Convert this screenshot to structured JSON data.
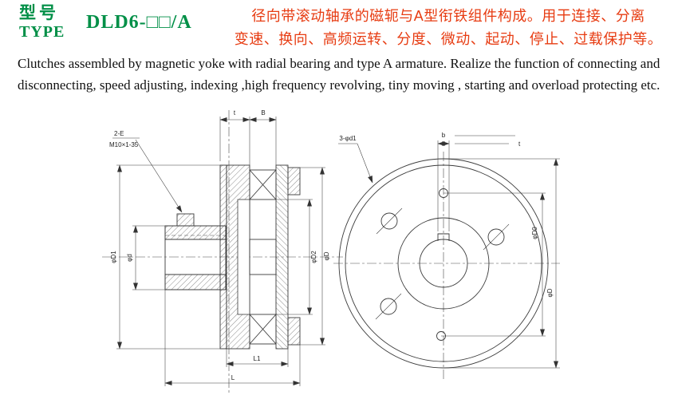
{
  "header": {
    "type_label_cn": "型号",
    "type_label_en": "TYPE",
    "model": "DLD6-□□/A",
    "desc_cn_line1": "径向带滚动轴承的磁轭与A型衔铁组件构成。用于连接、分离",
    "desc_cn_line2": "变速、换向、高频运转、分度、微动、起动、停止、过载保护等。",
    "colors": {
      "green": "#008f47",
      "red": "#e73c12"
    }
  },
  "description_en": {
    "line1": "Clutches assembled by magnetic yoke with radial bearing and type A armature. Realize the function of connecting and",
    "line2": "disconnecting, speed adjusting, indexing ,high frequency revolving, tiny moving , starting and overload protecting etc."
  },
  "drawings": {
    "section_view": {
      "callout_line1": "2-E",
      "callout_line2": "M10×1-35",
      "dim_top_left": "t",
      "dim_top_right": "B",
      "dim_left_outer": "φD1",
      "dim_left_hub": "φd",
      "dim_right_inner": "φD2",
      "dim_right_outer": "φD",
      "dim_bottom_len1": "L1",
      "dim_bottom_len2": "L"
    },
    "front_view": {
      "callout_holes": "3-φd1",
      "dim_keyway_width": "b",
      "dim_keyway_depth": "t",
      "dim_pitch_dia": "φD0",
      "dim_outer_dia": "φD"
    }
  }
}
